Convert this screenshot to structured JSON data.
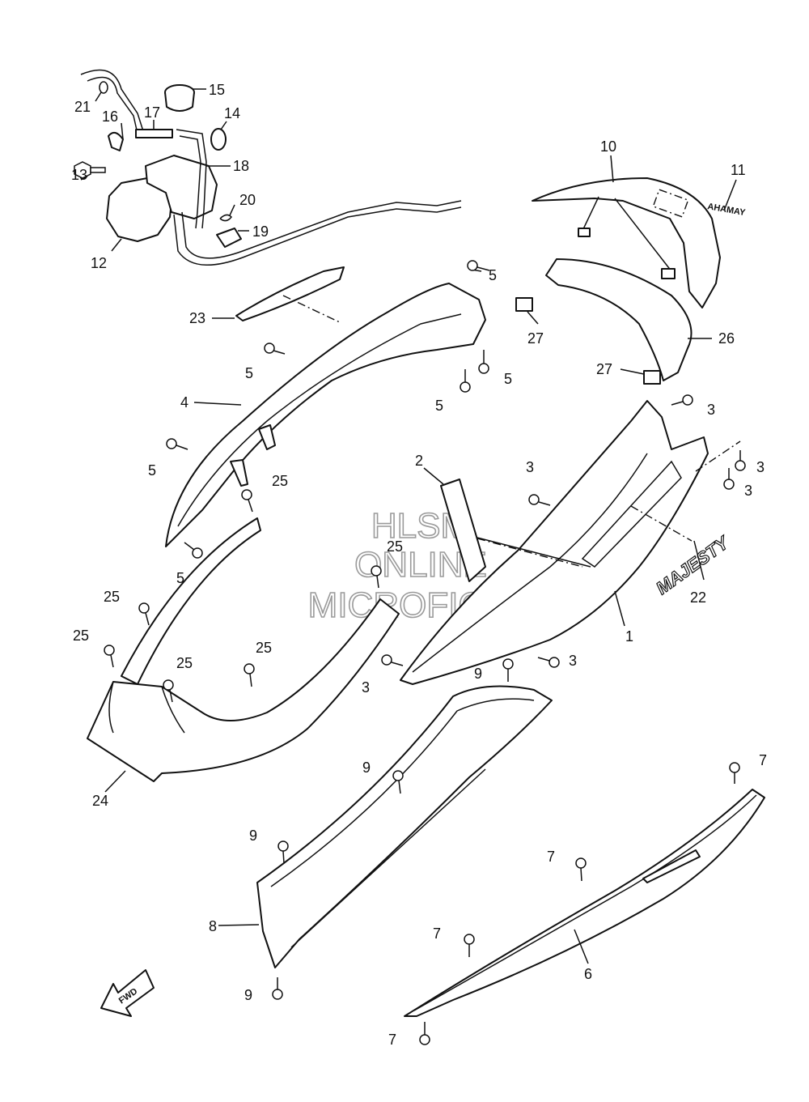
{
  "watermark": {
    "line1": "HLSM",
    "line2": "ONLINE",
    "line3": "MICROFICHE"
  },
  "direction_label": "FWD",
  "emblem_text": "AHAMAY",
  "callouts": [
    {
      "id": "c21",
      "label": "21"
    },
    {
      "id": "c15",
      "label": "15"
    },
    {
      "id": "c16",
      "label": "16"
    },
    {
      "id": "c17",
      "label": "17"
    },
    {
      "id": "c14",
      "label": "14"
    },
    {
      "id": "c18",
      "label": "18"
    },
    {
      "id": "c13",
      "label": "13"
    },
    {
      "id": "c20",
      "label": "20"
    },
    {
      "id": "c19",
      "label": "19"
    },
    {
      "id": "c12",
      "label": "12"
    },
    {
      "id": "c10",
      "label": "10"
    },
    {
      "id": "c11",
      "label": "11"
    },
    {
      "id": "c5a",
      "label": "5"
    },
    {
      "id": "c23",
      "label": "23"
    },
    {
      "id": "c27a",
      "label": "27"
    },
    {
      "id": "c26",
      "label": "26"
    },
    {
      "id": "c5b",
      "label": "5"
    },
    {
      "id": "c5c",
      "label": "5"
    },
    {
      "id": "c5d",
      "label": "5"
    },
    {
      "id": "c27b",
      "label": "27"
    },
    {
      "id": "c4",
      "label": "4"
    },
    {
      "id": "c3a",
      "label": "3"
    },
    {
      "id": "c2",
      "label": "2"
    },
    {
      "id": "c3b",
      "label": "3"
    },
    {
      "id": "c3c",
      "label": "3"
    },
    {
      "id": "c5e",
      "label": "5"
    },
    {
      "id": "c25a",
      "label": "25"
    },
    {
      "id": "c3d",
      "label": "3"
    },
    {
      "id": "c5f",
      "label": "5"
    },
    {
      "id": "c25b",
      "label": "25"
    },
    {
      "id": "c22",
      "label": "22"
    },
    {
      "id": "c25c",
      "label": "25"
    },
    {
      "id": "c1",
      "label": "1"
    },
    {
      "id": "c25d",
      "label": "25"
    },
    {
      "id": "c25e",
      "label": "25"
    },
    {
      "id": "c25f",
      "label": "25"
    },
    {
      "id": "c3e",
      "label": "3"
    },
    {
      "id": "c9a",
      "label": "9"
    },
    {
      "id": "c3f",
      "label": "3"
    },
    {
      "id": "c24",
      "label": "24"
    },
    {
      "id": "c9b",
      "label": "9"
    },
    {
      "id": "c7a",
      "label": "7"
    },
    {
      "id": "c9c",
      "label": "9"
    },
    {
      "id": "c7b",
      "label": "7"
    },
    {
      "id": "c8",
      "label": "8"
    },
    {
      "id": "c7c",
      "label": "7"
    },
    {
      "id": "c6",
      "label": "6"
    },
    {
      "id": "c9d",
      "label": "9"
    },
    {
      "id": "c7d",
      "label": "7"
    }
  ]
}
